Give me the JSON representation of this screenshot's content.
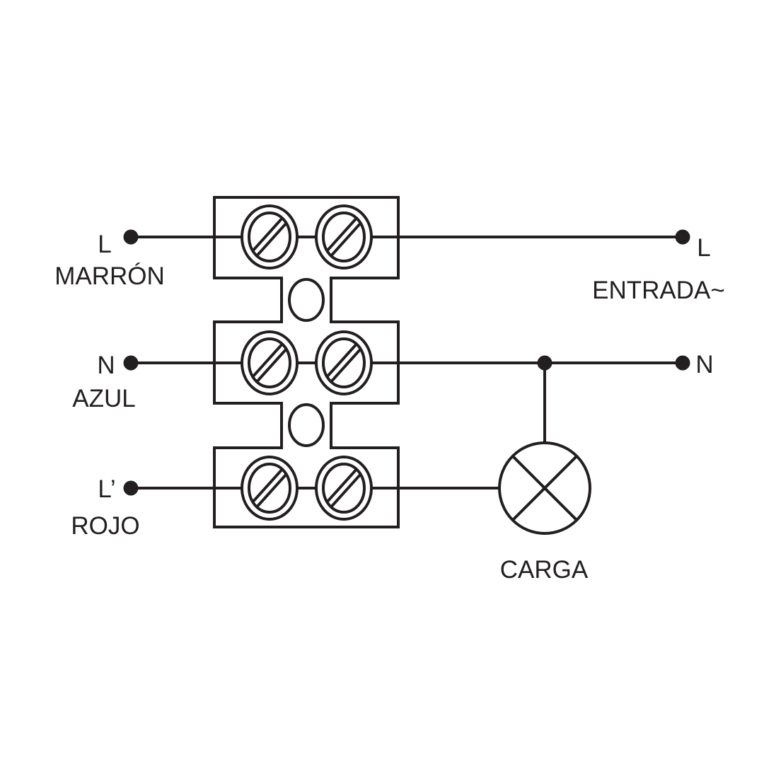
{
  "diagram": {
    "title_semantic": "terminal-block-wiring-diagram",
    "stroke_color": "#231F20",
    "background_color": "#FFFFFF",
    "left_terminals": [
      {
        "terminal": "L",
        "wire_label": "MARRÓN"
      },
      {
        "terminal": "N",
        "wire_label": "AZUL"
      },
      {
        "terminal": "L’",
        "wire_label": "ROJO"
      }
    ],
    "right_terminals": {
      "live": "L",
      "input_label": "ENTRADA~",
      "neutral": "N"
    },
    "load_label": "CARGA"
  }
}
